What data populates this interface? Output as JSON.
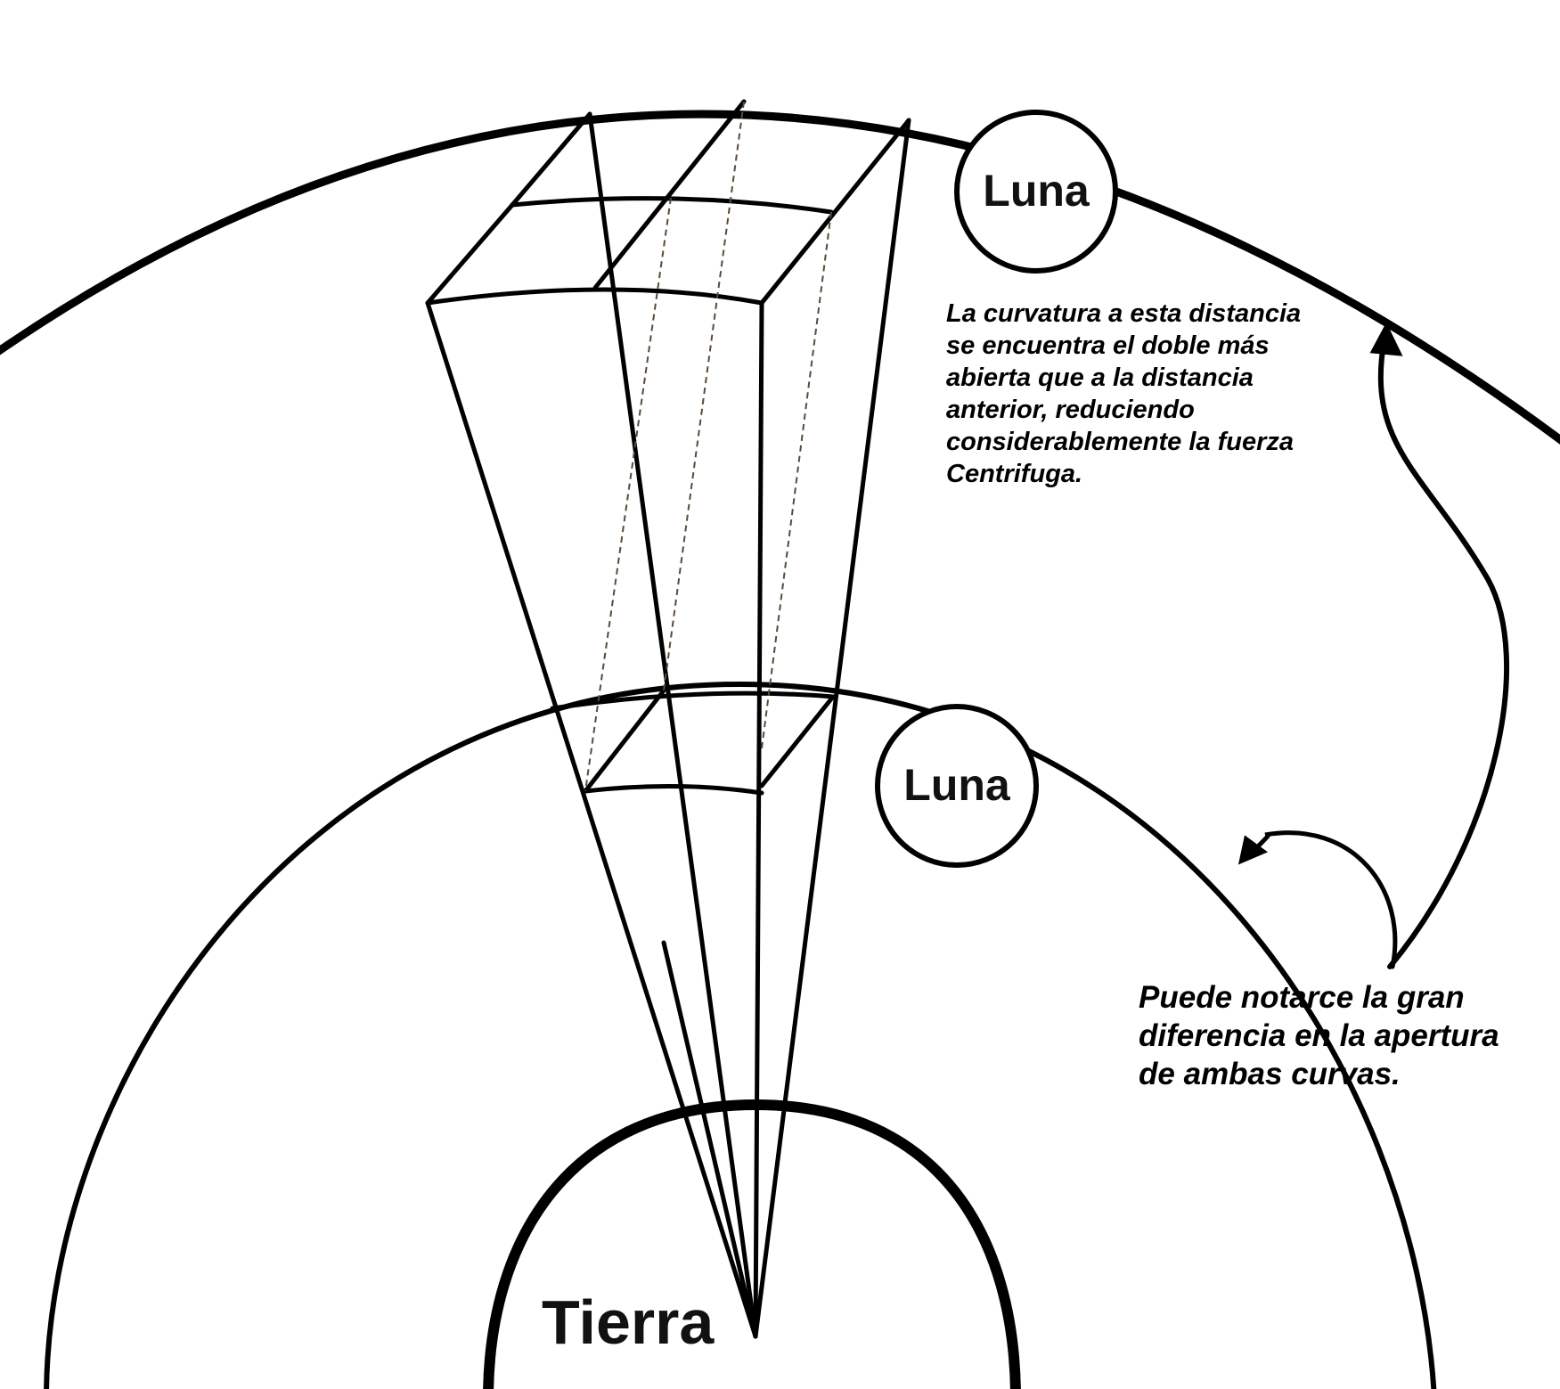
{
  "labels": {
    "moon_far": "Luna",
    "moon_near": "Luna",
    "earth": "Tierra"
  },
  "notes": {
    "top": [
      "La curvatura a esta distancia",
      "se encuentra el doble más",
      "abierta que a la distancia",
      "anterior, reduciendo",
      "considerablemente la fuerza",
      "Centrifuga."
    ],
    "bottom": [
      "Puede notarce la gran",
      "diferencia en la apertura",
      "de ambas curvas."
    ]
  },
  "colors": {
    "stroke": "#000000",
    "dashed": "#5a4a3a",
    "background": "#ffffff"
  }
}
